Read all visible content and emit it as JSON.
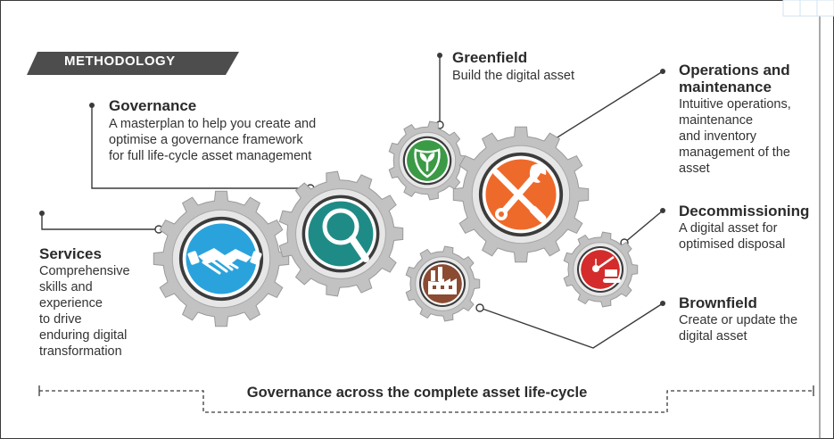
{
  "badge": {
    "label": "METHODOLOGY"
  },
  "items": {
    "greenfield": {
      "title": "Greenfield",
      "lines": [
        "Build the digital asset"
      ]
    },
    "operations": {
      "title_lines": [
        "Operations and",
        "maintenance"
      ],
      "lines": [
        "Intuitive operations,",
        "maintenance",
        "and inventory",
        "management of the",
        "asset"
      ]
    },
    "governance": {
      "title": "Governance",
      "lines": [
        "A masterplan to help you create and",
        "optimise a governance framework",
        "for full life-cycle asset management"
      ]
    },
    "decommissioning": {
      "title": "Decommissioning",
      "lines": [
        "A digital asset for",
        "optimised disposal"
      ]
    },
    "services": {
      "title": "Services",
      "lines": [
        "Comprehensive",
        "skills and",
        "experience",
        "to drive",
        "enduring digital",
        "transformation"
      ]
    },
    "brownfield": {
      "title": "Brownfield",
      "lines": [
        "Create or update the",
        "digital asset"
      ]
    }
  },
  "footer": {
    "text": "Governance across the complete asset life-cycle"
  },
  "icons": [
    "handshake-icon",
    "magnifier-icon",
    "plant-shield-icon",
    "wrench-screwdriver-icon",
    "factory-icon",
    "wrecking-crane-icon"
  ],
  "colors": {
    "gear": "#b5b5b5",
    "badge": "#4d4d4d",
    "services": "#2aa3dc",
    "governance": "#1f8b86",
    "greenfield": "#3a9a45",
    "operations": "#ee6a2b",
    "brownfield": "#8b4a32",
    "decommissioning": "#d42c2c"
  }
}
